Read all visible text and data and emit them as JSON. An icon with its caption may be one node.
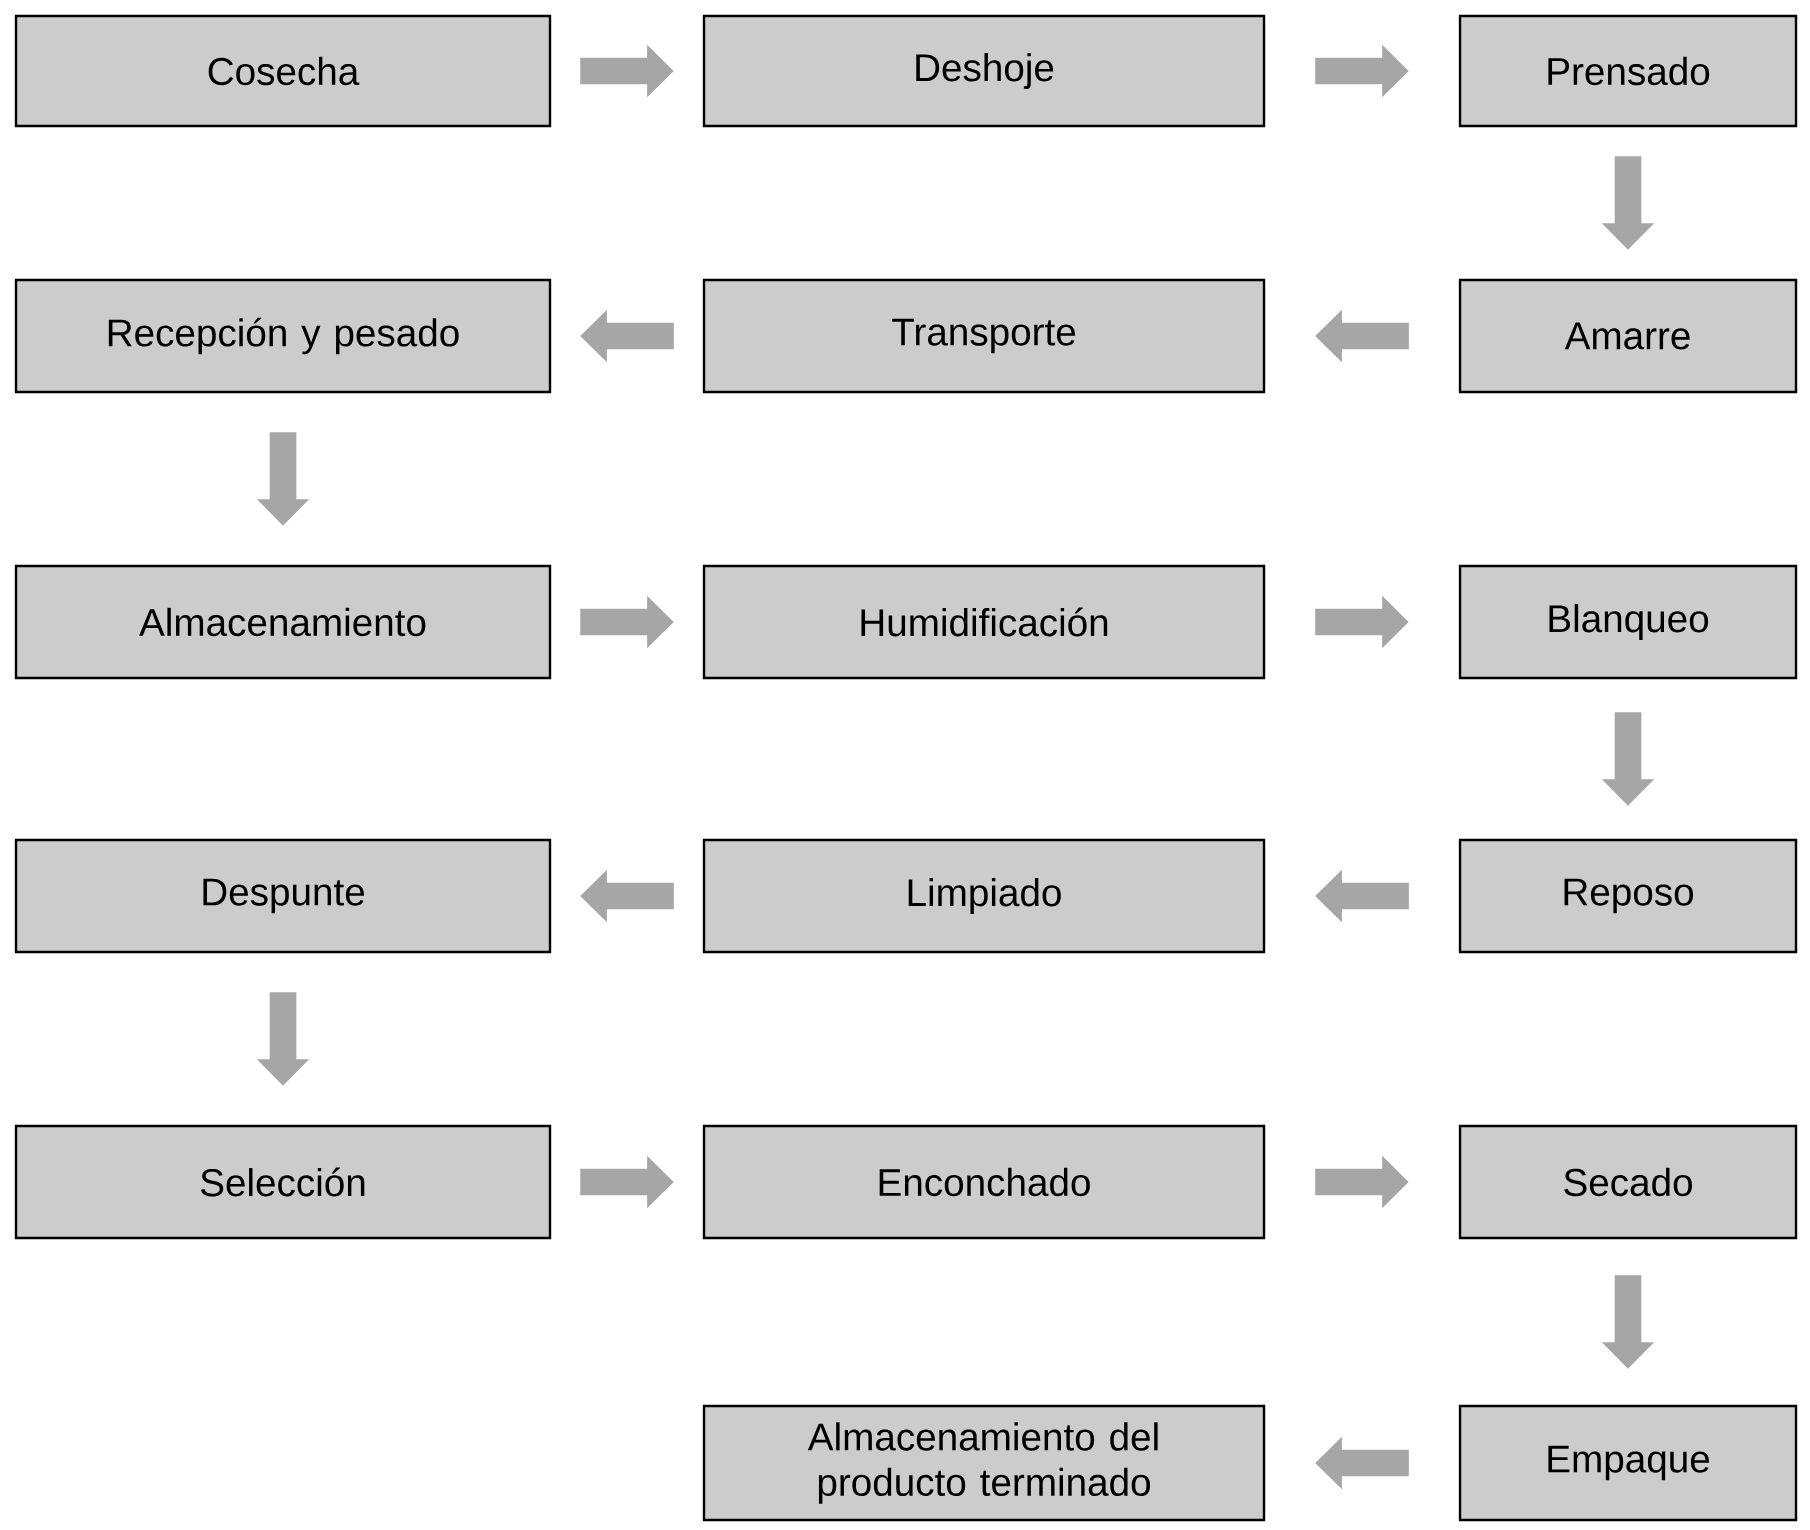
{
  "diagram": {
    "nodes": [
      {
        "text": [
          "Cosecha"
        ]
      },
      {
        "text": [
          "Deshoje"
        ]
      },
      {
        "text": [
          "Prensado"
        ]
      },
      {
        "text": [
          "Amarre"
        ]
      },
      {
        "text": [
          "Transporte"
        ]
      },
      {
        "text": [
          "Recepción y pesado"
        ]
      },
      {
        "text": [
          "Almacenamiento"
        ]
      },
      {
        "text": [
          "Humidificación"
        ]
      },
      {
        "text": [
          "Blanqueo"
        ]
      },
      {
        "text": [
          "Reposo"
        ]
      },
      {
        "text": [
          "Limpiado"
        ]
      },
      {
        "text": [
          "Despunte"
        ]
      },
      {
        "text": [
          "Selección"
        ]
      },
      {
        "text": [
          "Enconchado"
        ]
      },
      {
        "text": [
          "Secado"
        ]
      },
      {
        "text": [
          "Empaque"
        ]
      },
      {
        "text": [
          "Almacenamiento del producto terminado"
        ]
      }
    ],
    "edges": [
      {
        "from": 0,
        "to": 1,
        "arrow": "to"
      },
      {
        "from": 1,
        "to": 2,
        "arrow": "to"
      },
      {
        "from": 2,
        "to": 3,
        "arrow": "to"
      },
      {
        "from": 3,
        "to": 4,
        "arrow": "to"
      },
      {
        "from": 4,
        "to": 5,
        "arrow": "to"
      },
      {
        "from": 5,
        "to": 6,
        "arrow": "to"
      },
      {
        "from": 6,
        "to": 7,
        "arrow": "to"
      },
      {
        "from": 7,
        "to": 8,
        "arrow": "to"
      },
      {
        "from": 8,
        "to": 9,
        "arrow": "to"
      },
      {
        "from": 9,
        "to": 10,
        "arrow": "to"
      },
      {
        "from": 10,
        "to": 11,
        "arrow": "to"
      },
      {
        "from": 11,
        "to": 12,
        "arrow": "to"
      },
      {
        "from": 12,
        "to": 13,
        "arrow": "to"
      },
      {
        "from": 13,
        "to": 14,
        "arrow": "to"
      },
      {
        "from": 14,
        "to": 15,
        "arrow": "to"
      },
      {
        "from": 15,
        "to": 16,
        "arrow": "to"
      }
    ]
  }
}
